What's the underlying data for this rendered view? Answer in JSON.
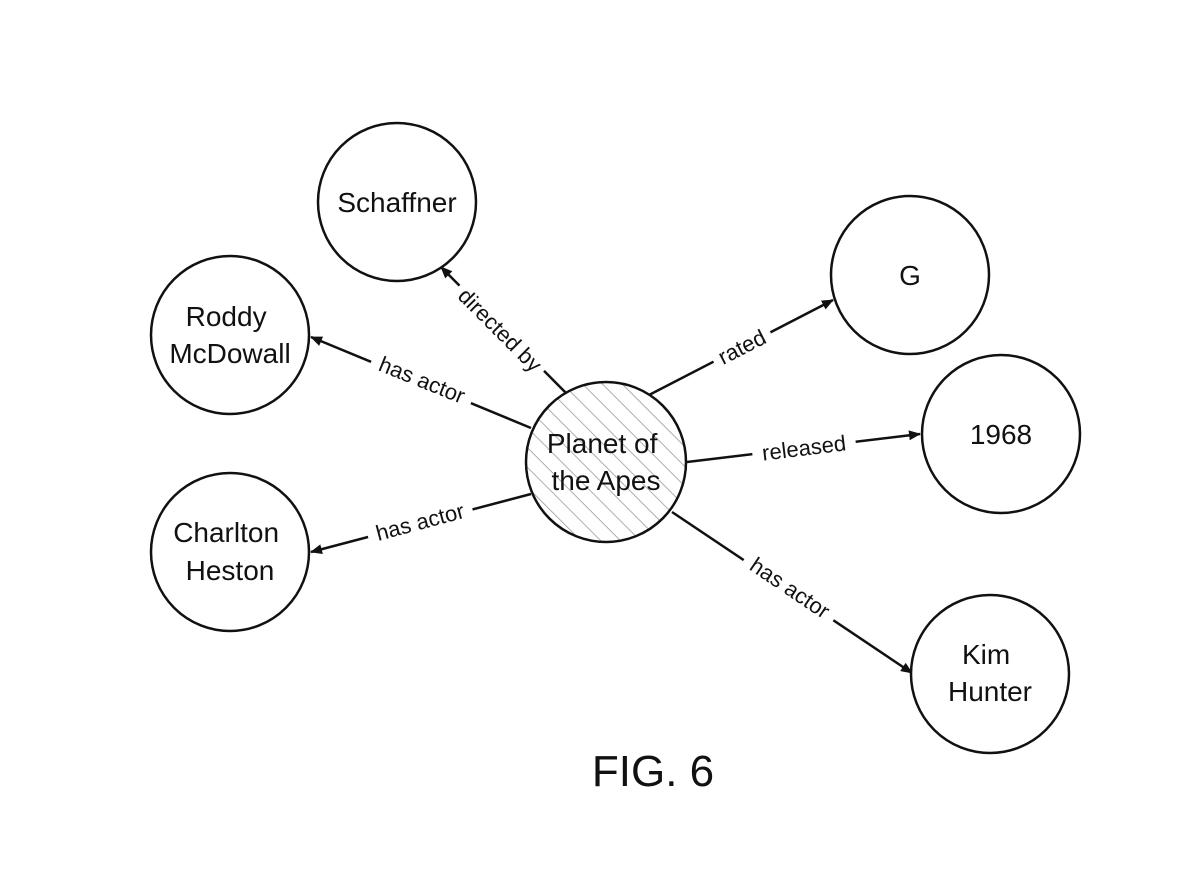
{
  "figure": {
    "caption": "FIG. 6"
  },
  "nodes": {
    "center": {
      "lines": [
        "Planet of",
        "the Apes"
      ]
    },
    "schaffner": {
      "lines": [
        "Schaffner"
      ]
    },
    "roddy": {
      "lines": [
        "Roddy",
        "McDowall"
      ]
    },
    "charlton": {
      "lines": [
        "Charlton",
        "Heston"
      ]
    },
    "g": {
      "lines": [
        "G"
      ]
    },
    "year": {
      "lines": [
        "1968"
      ]
    },
    "kim": {
      "lines": [
        "Kim",
        "Hunter"
      ]
    }
  },
  "edges": {
    "directed_by": "directed by",
    "has_actor_roddy": "has actor",
    "has_actor_charlton": "has actor",
    "rated": "rated",
    "released": "released",
    "has_actor_kim": "has actor"
  },
  "colors": {
    "ink": "#111111",
    "hatch": "#9a9a9a",
    "background": "#ffffff"
  }
}
